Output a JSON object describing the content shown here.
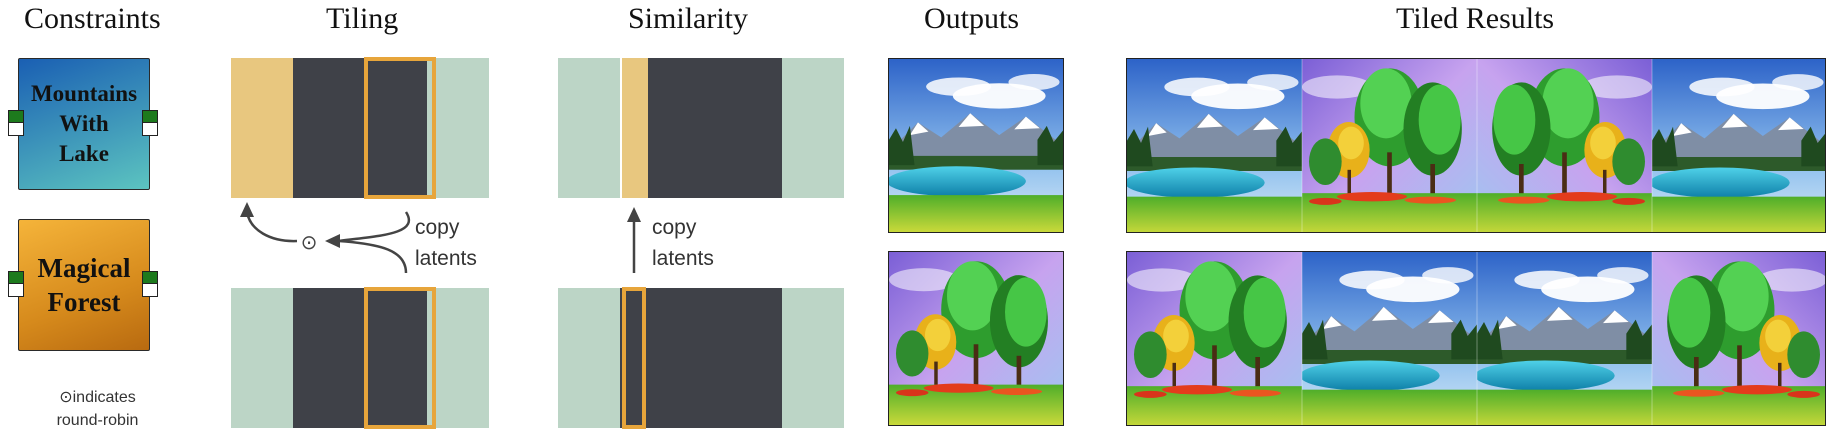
{
  "headers": {
    "constraints": "Constraints",
    "tiling": "Tiling",
    "similarity": "Similarity",
    "outputs": "Outputs",
    "tiled_results": "Tiled Results"
  },
  "constraints": [
    {
      "label": "Mountains\nWith\nLake",
      "color_start": "#1a5fb3",
      "color_end": "#5cc4c0"
    },
    {
      "label": "Magical\nForest",
      "color_start": "#f5b43a",
      "color_end": "#b86a10"
    }
  ],
  "note": {
    "symbol": "⊙",
    "line1": "indicates",
    "line2": "round-robin"
  },
  "tiling": {
    "op_symbol": "⊙",
    "label_1": "copy",
    "label_2": "latents"
  },
  "similarity": {
    "label_1": "copy",
    "label_2": "latents"
  },
  "colors": {
    "beige": "#e8c77f",
    "green_gray": "#bcd5c6",
    "dark": "#3f4148",
    "highlight": "#e7a53b",
    "port_green": "#1d7a1d"
  },
  "outputs": [
    {
      "content": "mountain-lake-image"
    },
    {
      "content": "magical-forest-image"
    }
  ],
  "tiled_results": [
    {
      "sequence": [
        "mountain-lake",
        "magical-forest",
        "magical-forest",
        "mountain-lake"
      ]
    },
    {
      "sequence": [
        "magical-forest",
        "mountain-lake",
        "mountain-lake",
        "magical-forest"
      ]
    }
  ]
}
